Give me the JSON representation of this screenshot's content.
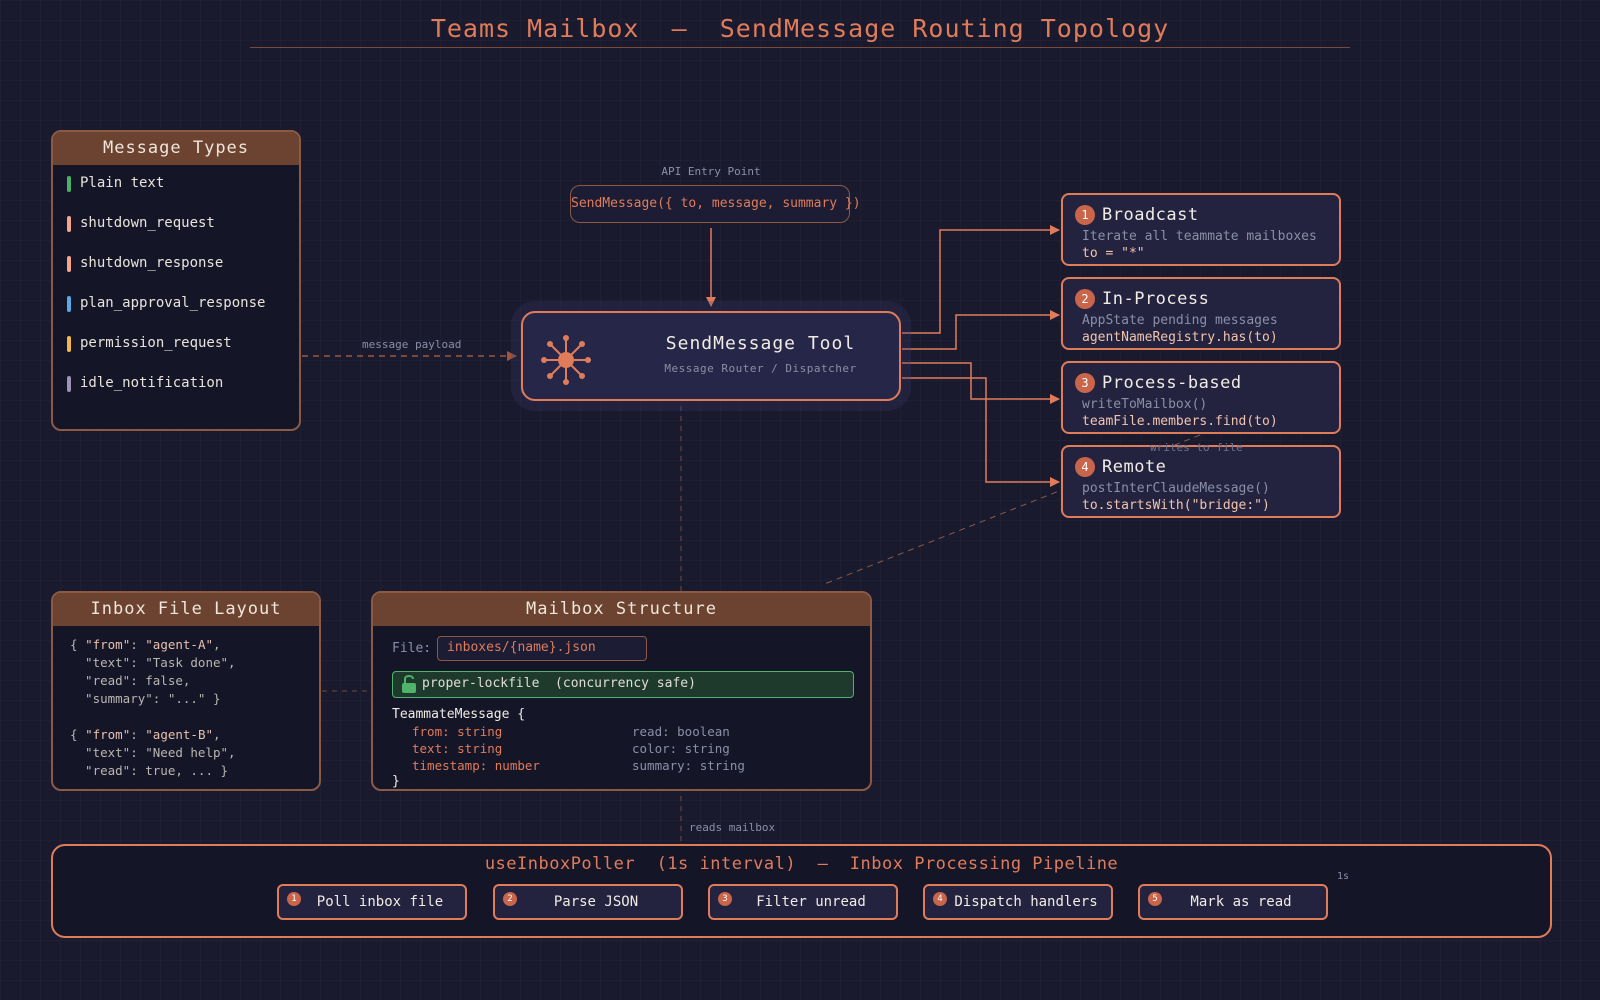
{
  "header": {
    "title": "Teams Mailbox  —  SendMessage Routing Topology"
  },
  "colors": {
    "accent": "#e07c5a",
    "background": "#1a1a2e",
    "panel_header": "#6b4330",
    "lock_green": "#4fb36a"
  },
  "message_types": {
    "title": "Message Types",
    "items": [
      {
        "label": "Plain text",
        "color": "#4caf6a"
      },
      {
        "label": "shutdown_request",
        "color": "#f4a58a"
      },
      {
        "label": "shutdown_response",
        "color": "#f4a58a"
      },
      {
        "label": "plan_approval_response",
        "color": "#5aa9e6"
      },
      {
        "label": "permission_request",
        "color": "#f2b84b"
      },
      {
        "label": "idle_notification",
        "color": "#9b93b8"
      }
    ]
  },
  "labels": {
    "message_payload": "message payload",
    "api_entry": "API Entry Point",
    "writes_to_file": "writes to file",
    "reads_mailbox": "reads mailbox"
  },
  "api": {
    "signature": "SendMessage({ to, message, summary })"
  },
  "tool": {
    "title": "SendMessage Tool",
    "subtitle": "Message Router / Dispatcher",
    "icon": "hub-icon"
  },
  "routes": [
    {
      "num": "1",
      "title": "Broadcast",
      "desc": "Iterate all teammate mailboxes",
      "code": "to = \"*\""
    },
    {
      "num": "2",
      "title": "In-Process",
      "desc": "AppState pending messages",
      "code": "agentNameRegistry.has(to)"
    },
    {
      "num": "3",
      "title": "Process-based",
      "desc": "writeToMailbox()",
      "code": "teamFile.members.find(to)"
    },
    {
      "num": "4",
      "title": "Remote",
      "desc": "postInterClaudeMessage()",
      "code": "to.startsWith(\"bridge:\")"
    }
  ],
  "inbox_layout": {
    "title": "Inbox File Layout",
    "lines": [
      [
        {
          "k": "{ "
        },
        {
          "k": "\"from\"",
          "c": "jk"
        },
        {
          "k": ": "
        },
        {
          "k": "\"agent-A\"",
          "c": "jk"
        },
        {
          "k": ","
        }
      ],
      [
        {
          "k": "  \"text\": \"Task done\","
        }
      ],
      [
        {
          "k": "  \"read\": false,"
        }
      ],
      [
        {
          "k": "  \"summary\": \"...\" }"
        }
      ],
      [
        {
          "k": ""
        }
      ],
      [
        {
          "k": "{ "
        },
        {
          "k": "\"from\"",
          "c": "jk"
        },
        {
          "k": ": "
        },
        {
          "k": "\"agent-B\"",
          "c": "jk"
        },
        {
          "k": ","
        }
      ],
      [
        {
          "k": "  \"text\": \"Need help\","
        }
      ],
      [
        {
          "k": "  \"read\": true, ... }"
        }
      ]
    ]
  },
  "mailbox": {
    "title": "Mailbox Structure",
    "file_label": "File:",
    "file_path": "inboxes/{name}.json",
    "lock_icon": "lock-icon",
    "lock_text": "proper-lockfile  (concurrency safe)",
    "decl_open": "TeammateMessage {",
    "fields_left": [
      "from: string",
      "text: string",
      "timestamp: number"
    ],
    "fields_right": [
      "read: boolean",
      "color: string",
      "summary: string"
    ],
    "decl_close": "}"
  },
  "pipeline": {
    "title": "useInboxPoller  (1s interval)  —  Inbox Processing Pipeline",
    "loop_label": "1s",
    "steps": [
      {
        "num": "1",
        "label": "Poll inbox file"
      },
      {
        "num": "2",
        "label": "Parse JSON"
      },
      {
        "num": "3",
        "label": "Filter unread"
      },
      {
        "num": "4",
        "label": "Dispatch handlers"
      },
      {
        "num": "5",
        "label": "Mark as read"
      }
    ]
  }
}
